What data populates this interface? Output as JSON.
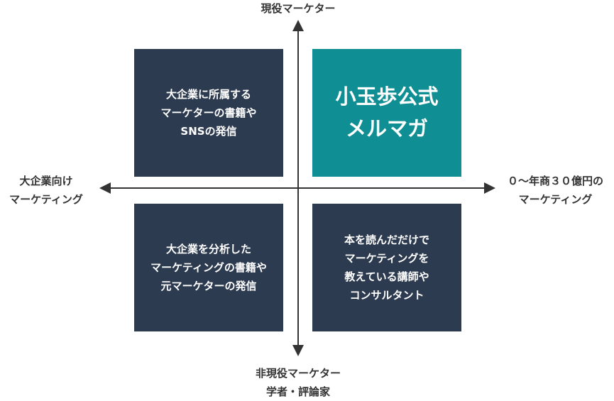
{
  "axes": {
    "top": [
      "現役マーケター"
    ],
    "bottom": [
      "非現役マーケター",
      "学者・評論家"
    ],
    "left": [
      "大企業向け",
      "マーケティング"
    ],
    "right": [
      "０〜年商３０億円の",
      "マーケティング"
    ]
  },
  "quadrants": {
    "top_left": [
      "大企業に所属する",
      "マーケターの書籍や",
      "SNSの発信"
    ],
    "top_right": [
      "小玉歩公式",
      "メルマガ"
    ],
    "bottom_left": [
      "大企業を分析した",
      "マーケティングの書籍や",
      "元マーケターの発信"
    ],
    "bottom_right": [
      "本を読んだだけで",
      "マーケティングを",
      "教えている講師や",
      "コンサルタント"
    ]
  },
  "colors": {
    "axis": "#333333",
    "box_dark": "#2d3b50",
    "box_accent": "#0f8f93",
    "box_text": "#ffffff"
  }
}
